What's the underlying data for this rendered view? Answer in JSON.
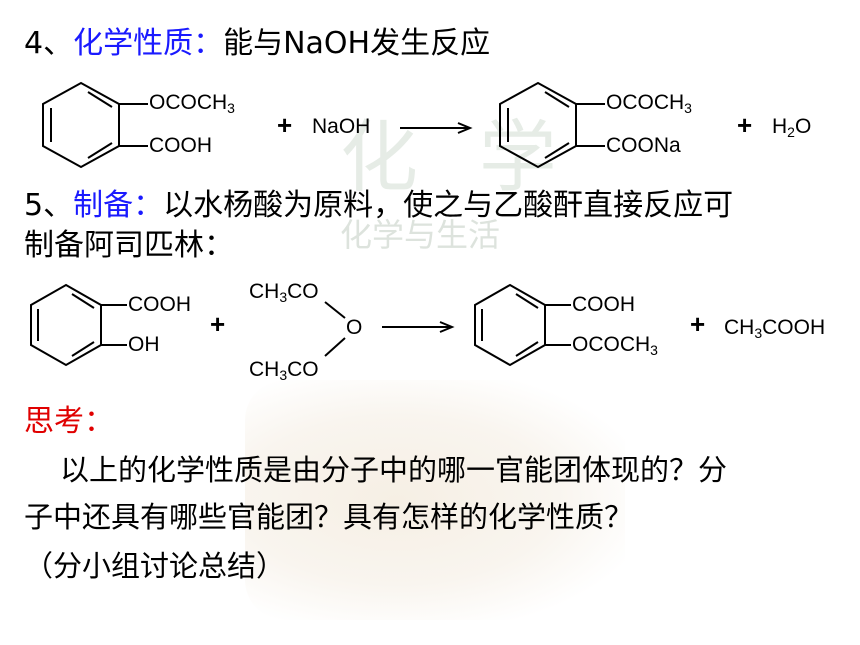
{
  "section4": {
    "number": "4、",
    "title": "化学性质：",
    "text": "能与NaOH发生反应"
  },
  "reaction1": {
    "reactant_sub_top": "OCOCH",
    "reactant_sub_top_index": "3",
    "reactant_sub_bottom": "COOH",
    "plus1": "+",
    "reagent": "NaOH",
    "product_sub_top": "OCOCH",
    "product_sub_top_index": "3",
    "product_sub_bottom": "COONa",
    "plus2": "+",
    "water_h": "H",
    "water_index": "2",
    "water_o": "O"
  },
  "section5": {
    "number": "5、",
    "title": "制备：",
    "text_line1": "以水杨酸为原料，使之与乙酸酐直接反应可",
    "text_line2": "制备阿司匹林："
  },
  "reaction2": {
    "reactant_sub_top": "COOH",
    "reactant_sub_bottom": "OH",
    "plus1": "+",
    "anhydride_top_a": "CH",
    "anhydride_top_index": "3",
    "anhydride_top_b": "CO",
    "anhydride_o": "O",
    "anhydride_bottom_a": "CH",
    "anhydride_bottom_index": "3",
    "anhydride_bottom_b": "CO",
    "product_sub_top": "COOH",
    "product_sub_bottom": "OCOCH",
    "product_sub_bottom_index": "3",
    "plus2": "+",
    "acid_a": "CH",
    "acid_index": "3",
    "acid_b": "COOH"
  },
  "think": {
    "label": "思考：",
    "line1": "以上的化学性质是由分子中的哪一官能团体现的？分",
    "line2": "子中还具有哪些官能团？具有怎样的化学性质？",
    "line3": "（分小组讨论总结）"
  },
  "watermark": {
    "big": "化 学",
    "sub": "化学与生活"
  }
}
